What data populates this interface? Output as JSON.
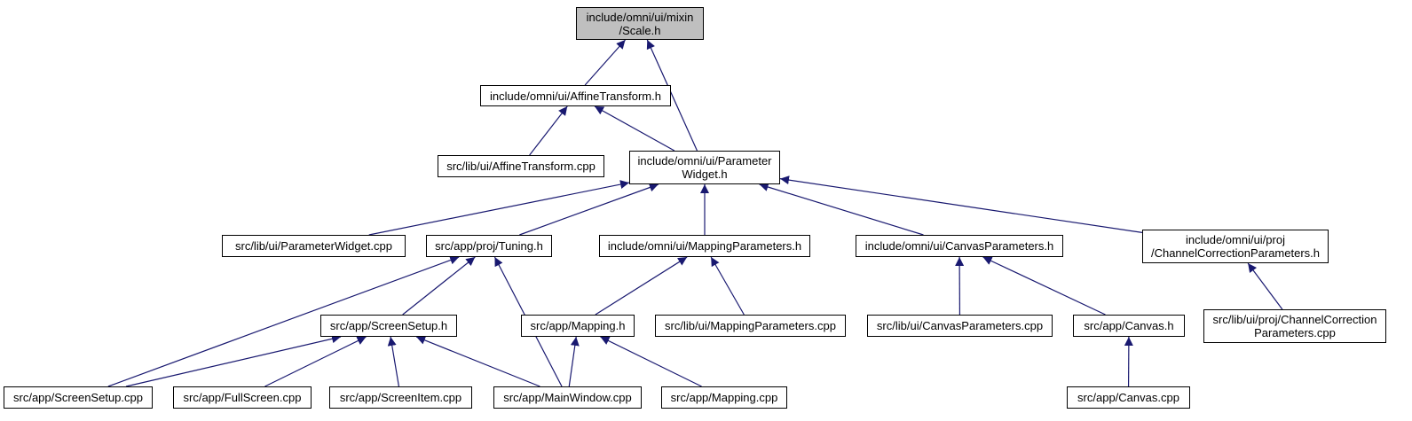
{
  "diagram": {
    "colors": {
      "edge": "#191970",
      "node_border": "#000000",
      "node_fill": "#ffffff",
      "root_fill": "#bfbfbf"
    },
    "nodes": [
      {
        "id": "scale_h",
        "lines": [
          "include/omni/ui/mixin",
          "/Scale.h"
        ]
      },
      {
        "id": "affine_h",
        "lines": [
          "include/omni/ui/AffineTransform.h"
        ]
      },
      {
        "id": "affine_cpp",
        "lines": [
          "src/lib/ui/AffineTransform.cpp"
        ]
      },
      {
        "id": "paramwidget_h",
        "lines": [
          "include/omni/ui/Parameter",
          "Widget.h"
        ]
      },
      {
        "id": "paramwidget_cpp",
        "lines": [
          "src/lib/ui/ParameterWidget.cpp"
        ]
      },
      {
        "id": "tuning_h",
        "lines": [
          "src/app/proj/Tuning.h"
        ]
      },
      {
        "id": "mappingparams_h",
        "lines": [
          "include/omni/ui/MappingParameters.h"
        ]
      },
      {
        "id": "canvasparams_h",
        "lines": [
          "include/omni/ui/CanvasParameters.h"
        ]
      },
      {
        "id": "channelcorr_h",
        "lines": [
          "include/omni/ui/proj",
          "/ChannelCorrectionParameters.h"
        ]
      },
      {
        "id": "screensetup_h",
        "lines": [
          "src/app/ScreenSetup.h"
        ]
      },
      {
        "id": "mapping_h",
        "lines": [
          "src/app/Mapping.h"
        ]
      },
      {
        "id": "mappingparams_cpp",
        "lines": [
          "src/lib/ui/MappingParameters.cpp"
        ]
      },
      {
        "id": "canvasparams_cpp",
        "lines": [
          "src/lib/ui/CanvasParameters.cpp"
        ]
      },
      {
        "id": "canvas_h",
        "lines": [
          "src/app/Canvas.h"
        ]
      },
      {
        "id": "channelcorr_cpp",
        "lines": [
          "src/lib/ui/proj/ChannelCorrection",
          "Parameters.cpp"
        ]
      },
      {
        "id": "screensetup_cpp",
        "lines": [
          "src/app/ScreenSetup.cpp"
        ]
      },
      {
        "id": "fullscreen_cpp",
        "lines": [
          "src/app/FullScreen.cpp"
        ]
      },
      {
        "id": "screenitem_cpp",
        "lines": [
          "src/app/ScreenItem.cpp"
        ]
      },
      {
        "id": "mainwindow_cpp",
        "lines": [
          "src/app/MainWindow.cpp"
        ]
      },
      {
        "id": "mapping_cpp",
        "lines": [
          "src/app/Mapping.cpp"
        ]
      },
      {
        "id": "canvas_cpp",
        "lines": [
          "src/app/Canvas.cpp"
        ]
      }
    ],
    "edges": [
      [
        "affine_h",
        "scale_h"
      ],
      [
        "paramwidget_h",
        "scale_h"
      ],
      [
        "affine_cpp",
        "affine_h"
      ],
      [
        "paramwidget_h",
        "affine_h"
      ],
      [
        "paramwidget_cpp",
        "paramwidget_h"
      ],
      [
        "tuning_h",
        "paramwidget_h"
      ],
      [
        "mappingparams_h",
        "paramwidget_h"
      ],
      [
        "canvasparams_h",
        "paramwidget_h"
      ],
      [
        "channelcorr_h",
        "paramwidget_h"
      ],
      [
        "screensetup_h",
        "tuning_h"
      ],
      [
        "screensetup_cpp",
        "tuning_h"
      ],
      [
        "mainwindow_cpp",
        "tuning_h"
      ],
      [
        "mapping_h",
        "mappingparams_h"
      ],
      [
        "mappingparams_cpp",
        "mappingparams_h"
      ],
      [
        "canvasparams_cpp",
        "canvasparams_h"
      ],
      [
        "canvas_h",
        "canvasparams_h"
      ],
      [
        "channelcorr_cpp",
        "channelcorr_h"
      ],
      [
        "screensetup_cpp",
        "screensetup_h"
      ],
      [
        "fullscreen_cpp",
        "screensetup_h"
      ],
      [
        "screenitem_cpp",
        "screensetup_h"
      ],
      [
        "mainwindow_cpp",
        "screensetup_h"
      ],
      [
        "mainwindow_cpp",
        "mapping_h"
      ],
      [
        "mapping_cpp",
        "mapping_h"
      ],
      [
        "canvas_cpp",
        "canvas_h"
      ]
    ]
  }
}
